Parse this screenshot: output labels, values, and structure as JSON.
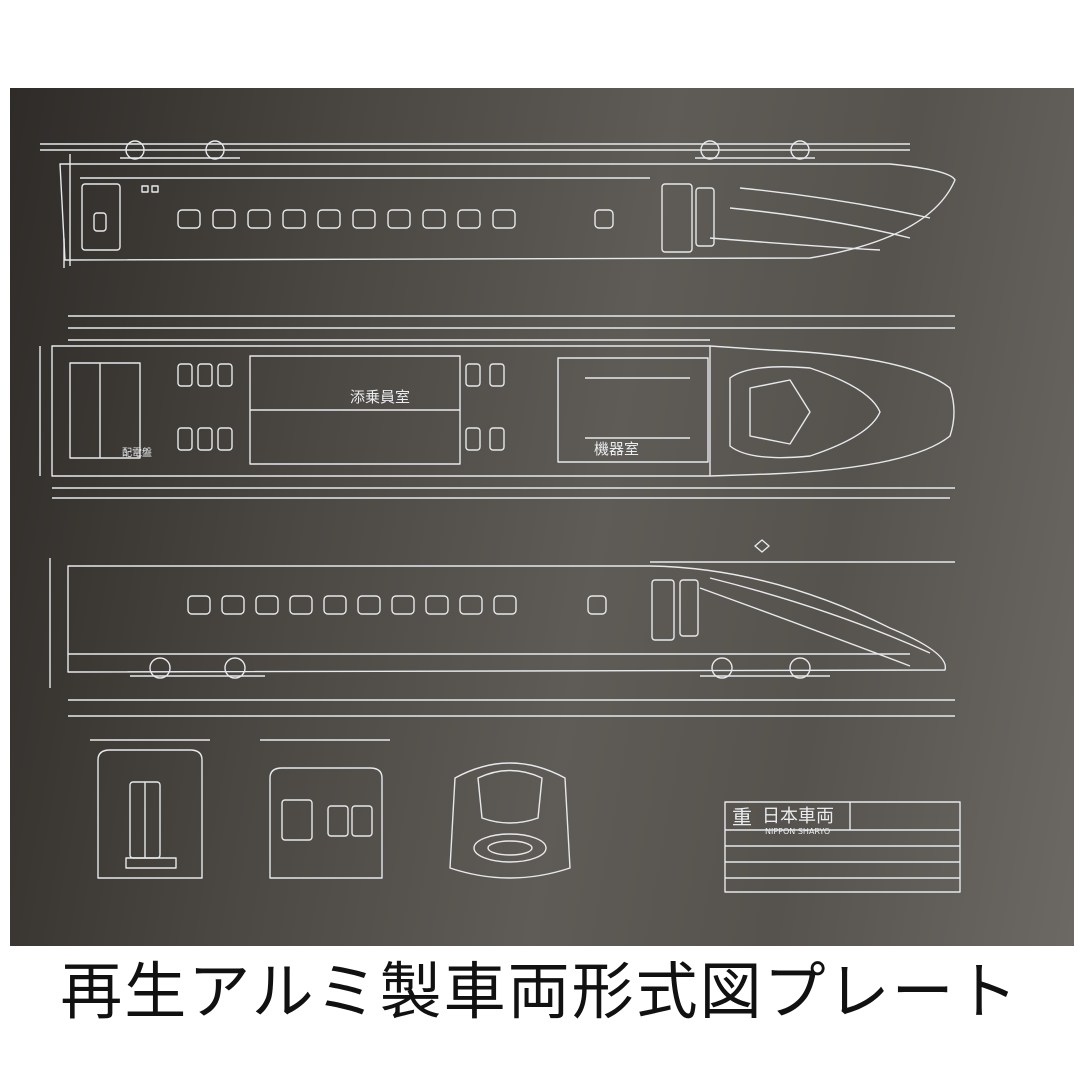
{
  "caption": "再生アルミ製車両形式図プレート",
  "drawing": {
    "room_passenger": "添乗員室",
    "room_equipment": "機器室",
    "room_small": "配電盤"
  },
  "title_block": {
    "logo_mark": "重",
    "company_jp": "日本車両",
    "company_en": "NIPPON SHARYO"
  },
  "colors": {
    "plate": "#4b4742",
    "etch": "#e9ecef",
    "caption": "#111111"
  }
}
